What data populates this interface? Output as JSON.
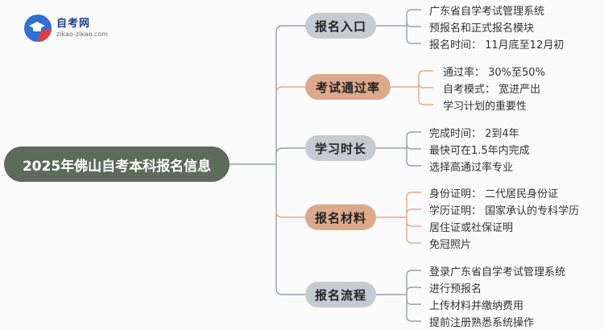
{
  "logo": {
    "title": "自考网",
    "subtitle": "zikao-zikao.com"
  },
  "root": {
    "label": "2025年佛山自考本科报名信息"
  },
  "branches": [
    {
      "label": "报名入口",
      "leaves": [
        "广东省自学考试管理系统",
        "预报名和正式报名模块",
        "报名时间：  11月底至12月初"
      ]
    },
    {
      "label": "考试通过率",
      "leaves": [
        "通过率：  30%至50%",
        "自考模式：  宽进严出",
        "学习计划的重要性"
      ]
    },
    {
      "label": "学习时长",
      "leaves": [
        "完成时间：  2到4年",
        "最快可在1.5年内完成",
        "选择高通过率专业"
      ]
    },
    {
      "label": "报名材料",
      "leaves": [
        "身份证明：  二代居民身份证",
        "学历证明：  国家承认的专科学历",
        "居住证或社保证明",
        "免冠照片"
      ]
    },
    {
      "label": "报名流程",
      "leaves": [
        "登录广东省自学考试管理系统",
        "进行预报名",
        "上传材料并缴纳费用",
        "提前注册熟悉系统操作"
      ]
    }
  ],
  "colors": {
    "root": "#5c6b5a",
    "branch_gray": "#c6cad2",
    "branch_peach": "#dda98b",
    "connector_gray": "#9aa0aa",
    "connector_peach": "#e2a98d"
  }
}
